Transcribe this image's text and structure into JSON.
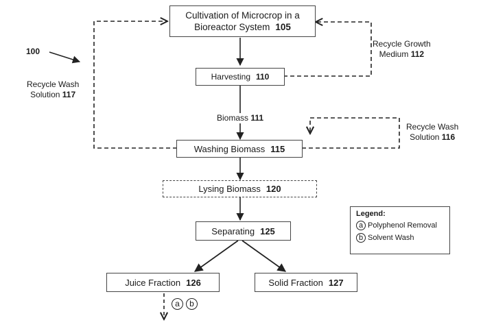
{
  "figure_ref": "100",
  "boxes": {
    "cultivation": {
      "text_line1": "Cultivation of Microcrop in a",
      "text_line2": "Bioreactor System",
      "ref": "105"
    },
    "harvesting": {
      "text": "Harvesting",
      "ref": "110"
    },
    "washing": {
      "text": "Washing Biomass",
      "ref": "115"
    },
    "lysing": {
      "text": "Lysing Biomass",
      "ref": "120"
    },
    "separating": {
      "text": "Separating",
      "ref": "125"
    },
    "juice": {
      "text": "Juice Fraction",
      "ref": "126"
    },
    "solid": {
      "text": "Solid Fraction",
      "ref": "127"
    }
  },
  "labels": {
    "biomass": {
      "text": "Biomass",
      "ref": "111"
    },
    "recycle_growth": {
      "line1": "Recycle Growth",
      "line2": "Medium",
      "ref": "112"
    },
    "recycle_wash_117": {
      "line1": "Recycle Wash",
      "line2": "Solution",
      "ref": "117"
    },
    "recycle_wash_116": {
      "line1": "Recycle Wash",
      "line2": "Solution",
      "ref": "116"
    }
  },
  "legend": {
    "title": "Legend:",
    "items": [
      {
        "symbol": "a",
        "label": "Polyphenol Removal"
      },
      {
        "symbol": "b",
        "label": "Solvent Wash"
      }
    ]
  },
  "bottom_symbols": [
    "a",
    "b"
  ]
}
